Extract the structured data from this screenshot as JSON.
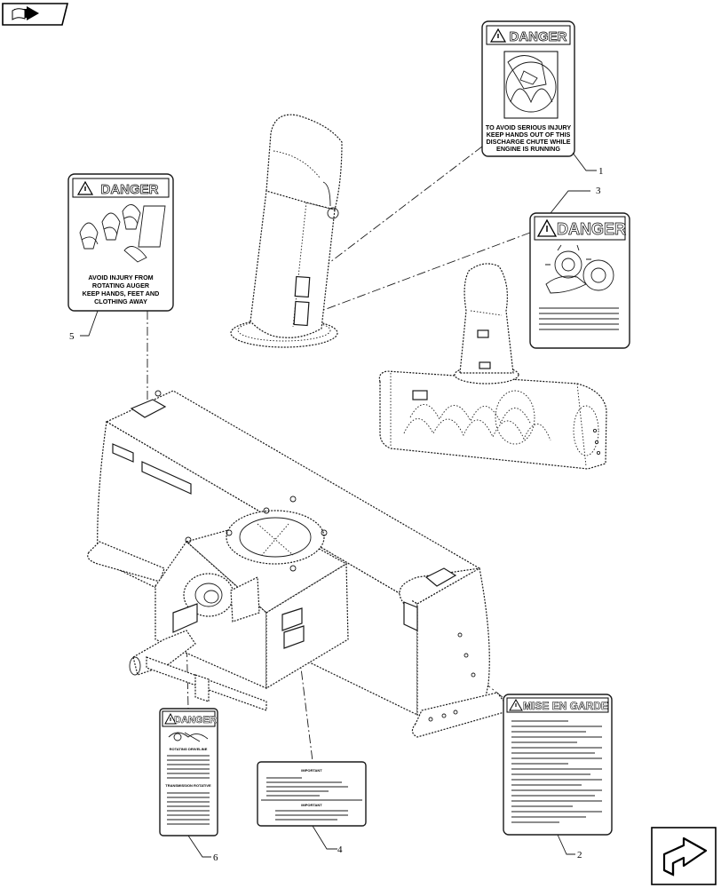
{
  "nav": {
    "top_icon": "book-arrow-icon",
    "bottom_icon": "next-page-arrow-icon"
  },
  "decals": {
    "d1": {
      "callout": "1",
      "header": "DANGER",
      "lines": [
        "TO AVOID SERIOUS INJURY",
        "KEEP HANDS OUT OF THIS",
        "DISCHARGE CHUTE WHILE",
        "ENGINE IS RUNNING"
      ]
    },
    "d2": {
      "callout": "2",
      "header": "MISE EN GARDE"
    },
    "d3": {
      "callout": "3",
      "header": "DANGER"
    },
    "d4": {
      "callout": "4",
      "heading_top": "IMPORTANT",
      "heading_bottom": "IMPORTANT"
    },
    "d5": {
      "callout": "5",
      "header": "DANGER",
      "lines": [
        "AVOID INJURY FROM",
        "ROTATING AUGER",
        "KEEP HANDS, FEET AND",
        "CLOTHING AWAY"
      ]
    },
    "d6": {
      "callout": "6",
      "header": "DANGER",
      "sub1": "ROTATING DRIVELINE",
      "sub2": "TRANSMISSION ROTATIVE"
    }
  }
}
